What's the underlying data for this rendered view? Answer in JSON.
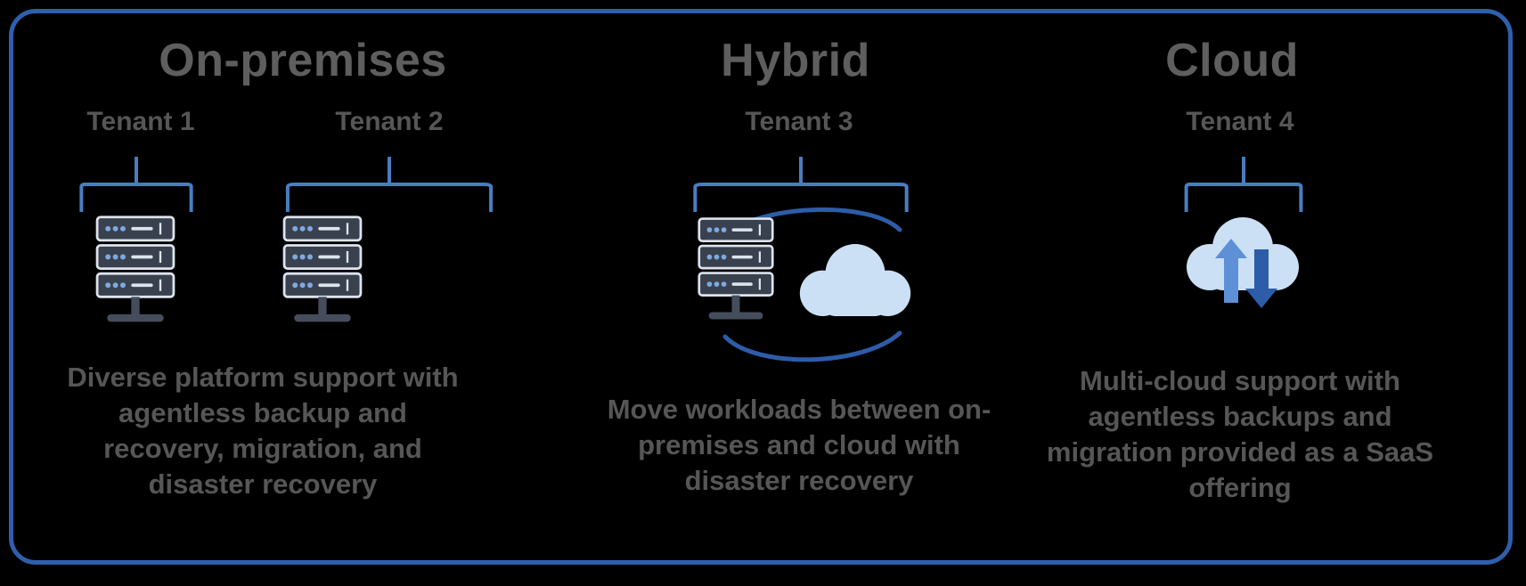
{
  "colors": {
    "background": "#000000",
    "frame_border": "#2e5fac",
    "bracket_blue": "#4a7dc0",
    "title_text": "#5e5e5e",
    "body_text": "#565656",
    "cloud_fill": "#cbe0f4",
    "arrow_dark_blue": "#2d5ca8",
    "arrow_light_blue": "#5d90d6",
    "server_body": "#39414f",
    "server_detail": "#dde3ec",
    "server_dots": "#7fa9de"
  },
  "columns": [
    {
      "title": "On-premises",
      "tenants": [
        {
          "label": "Tenant 1",
          "icon": "server-rack-icon"
        },
        {
          "label": "Tenant 2",
          "icon": "server-rack-icon"
        }
      ],
      "description_lines": [
        "Diverse platform support with",
        "agentless backup and",
        "recovery, migration, and",
        "disaster recovery"
      ]
    },
    {
      "title": "Hybrid",
      "tenants": [
        {
          "label": "Tenant 3",
          "icon": "server-cloud-sync-icon"
        }
      ],
      "description_lines": [
        "Move workloads between on-",
        "premises and cloud with",
        "disaster recovery"
      ]
    },
    {
      "title": "Cloud",
      "tenants": [
        {
          "label": "Tenant 4",
          "icon": "cloud-transfer-icon"
        }
      ],
      "description_lines": [
        "Multi-cloud support with",
        "agentless backups and",
        "migration provided as a SaaS",
        "offering"
      ]
    }
  ]
}
